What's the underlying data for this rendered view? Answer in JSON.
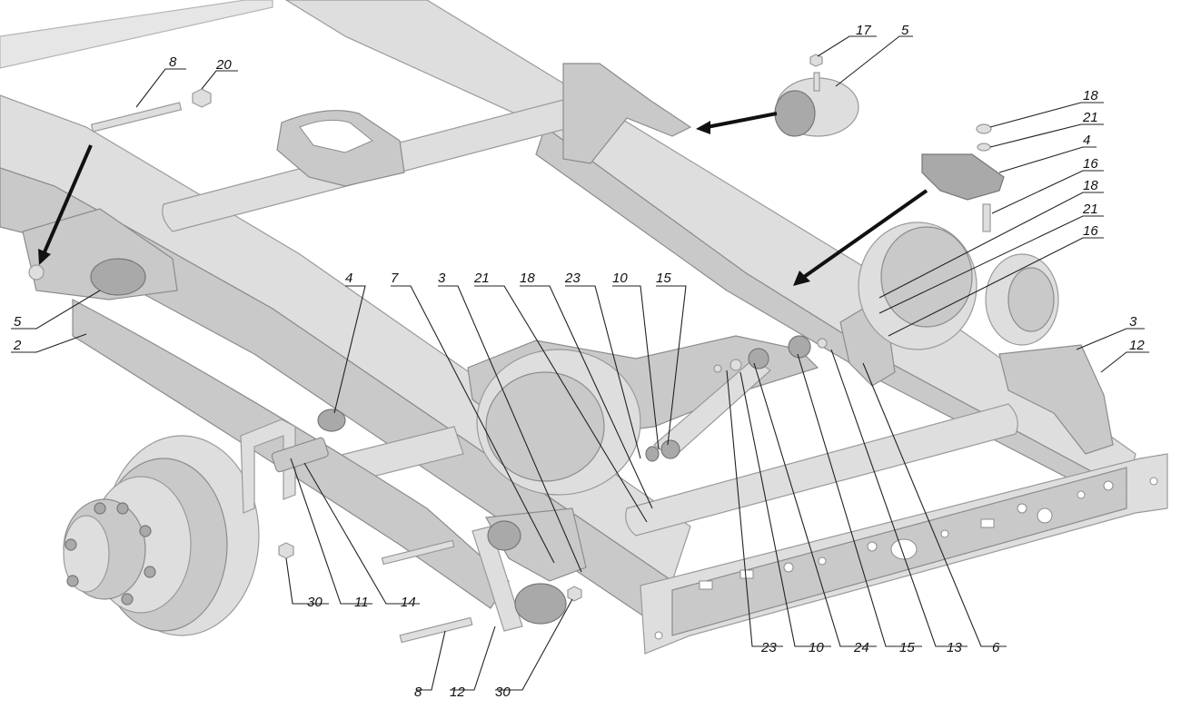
{
  "callouts": [
    {
      "id": "c-8-top",
      "label": "8"
    },
    {
      "id": "c-20",
      "label": "20"
    },
    {
      "id": "c-17",
      "label": "17"
    },
    {
      "id": "c-5-top",
      "label": "5"
    },
    {
      "id": "c-18-a",
      "label": "18"
    },
    {
      "id": "c-21-a",
      "label": "21"
    },
    {
      "id": "c-4-right",
      "label": "4"
    },
    {
      "id": "c-16-a",
      "label": "16"
    },
    {
      "id": "c-18-b",
      "label": "18"
    },
    {
      "id": "c-21-b",
      "label": "21"
    },
    {
      "id": "c-16-b",
      "label": "16"
    },
    {
      "id": "c-5-left",
      "label": "5"
    },
    {
      "id": "c-2",
      "label": "2"
    },
    {
      "id": "c-4-mid",
      "label": "4"
    },
    {
      "id": "c-7",
      "label": "7"
    },
    {
      "id": "c-3-mid",
      "label": "3"
    },
    {
      "id": "c-21-mid",
      "label": "21"
    },
    {
      "id": "c-18-mid",
      "label": "18"
    },
    {
      "id": "c-23-mid",
      "label": "23"
    },
    {
      "id": "c-10-mid",
      "label": "10"
    },
    {
      "id": "c-15-mid",
      "label": "15"
    },
    {
      "id": "c-3-right",
      "label": "3"
    },
    {
      "id": "c-12-right",
      "label": "12"
    },
    {
      "id": "c-30-left",
      "label": "30"
    },
    {
      "id": "c-11",
      "label": "11"
    },
    {
      "id": "c-14",
      "label": "14"
    },
    {
      "id": "c-8-bottom",
      "label": "8"
    },
    {
      "id": "c-12-bottom",
      "label": "12"
    },
    {
      "id": "c-30-bottom",
      "label": "30"
    },
    {
      "id": "c-23-bottom",
      "label": "23"
    },
    {
      "id": "c-10-bottom",
      "label": "10"
    },
    {
      "id": "c-24",
      "label": "24"
    },
    {
      "id": "c-15-bottom",
      "label": "15"
    },
    {
      "id": "c-13",
      "label": "13"
    },
    {
      "id": "c-6",
      "label": "6"
    }
  ]
}
